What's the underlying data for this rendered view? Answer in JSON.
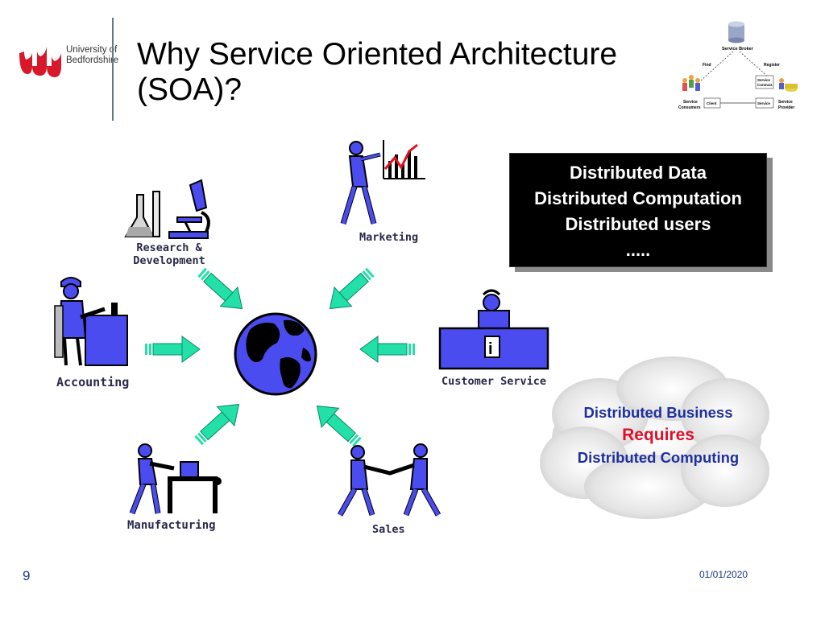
{
  "logo": {
    "line1": "University of",
    "line2": "Bedfordshire",
    "brand_color": "#d8182a"
  },
  "title": {
    "line1": "Why Service Oriented Architecture",
    "line2": "(SOA)?"
  },
  "soa_diagram": {
    "broker": "Service Broker",
    "find": "Find",
    "register": "Register",
    "contract_line1": "Service",
    "contract_line2": "Contract",
    "consumers_line1": "Service",
    "consumers_line2": "Consumers",
    "client": "Client",
    "service": "Service",
    "provider_line1": "Service",
    "provider_line2": "Provider"
  },
  "departments": {
    "research": [
      "Research &",
      "Development"
    ],
    "marketing": "Marketing",
    "accounting": "Accounting",
    "customer_service": "Customer Service",
    "manufacturing": "Manufacturing",
    "sales": "Sales"
  },
  "black_box": {
    "line1": "Distributed Data",
    "line2": "Distributed Computation",
    "line3": "Distributed users",
    "line4": "....."
  },
  "cloud": {
    "line1": "Distributed  Business",
    "line2": "Requires",
    "line3": "Distributed  Computing"
  },
  "footer": {
    "page_number": "9",
    "date": "01/01/2020"
  },
  "colors": {
    "figure_blue": "#4a4cf0",
    "arrow_green": "#22e0a8",
    "accent_red": "#e0102a",
    "cloud_blue": "#1f2fa0"
  },
  "icons": [
    "globe-icon",
    "microscope-icon",
    "flask-icon",
    "chart-icon",
    "info-icon"
  ]
}
